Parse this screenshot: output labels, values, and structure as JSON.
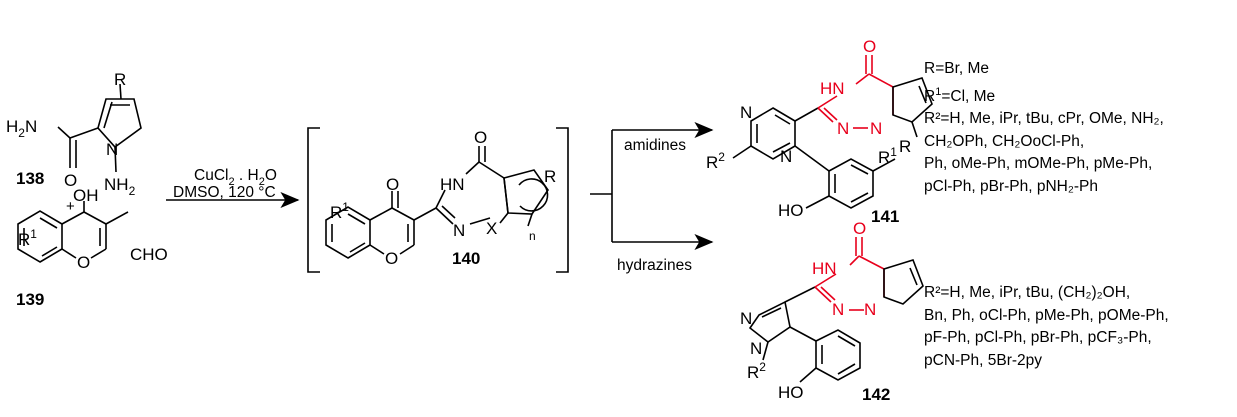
{
  "compounds": {
    "c138": "138",
    "c139": "139",
    "c140": "140",
    "c141": "141",
    "c142": "142"
  },
  "reaction": {
    "reagent_line1": "CuCl",
    "reagent_line1_sub": "2",
    "reagent_line1_rest": " . H",
    "reagent_line1_sub2": "2",
    "reagent_line1_tail": "O",
    "reagent_line2": "DMSO, 120 °C",
    "branch_upper": "amidines",
    "branch_lower": "hydrazines",
    "plus": "+"
  },
  "atoms": {
    "R": "R",
    "R1": "R",
    "sup1": "1",
    "R2": "R",
    "sup2": "2",
    "O": "O",
    "OH": "OH",
    "N": "N",
    "HN": "HN",
    "HO": "HO",
    "NH2": "NH",
    "H2N": "H",
    "X": "X",
    "n": "n",
    "CHO": "CHO",
    "sub2": "2"
  },
  "info_141": {
    "line1": "R=Br, Me",
    "line2_prefix": "R",
    "line2_sup": "1",
    "line2_rest": "=Cl, Me",
    "line3": "R²=H, Me, iPr, tBu, cPr, OMe, NH₂,",
    "line4": "CH₂OPh, CH₂OoCl-Ph,",
    "line5": "Ph, oMe-Ph, mOMe-Ph, pMe-Ph,",
    "line6": "pCl-Ph, pBr-Ph, pNH₂-Ph"
  },
  "info_142": {
    "line1": "R²=H, Me, iPr, tBu, (CH₂)₂OH,",
    "line2": "Bn, Ph, oCl-Ph, pMe-Ph, pOMe-Ph,",
    "line3": "pF-Ph, pCl-Ph, pBr-Ph, pCF₃-Ph,",
    "line4": "pCN-Ph, 5Br-2py"
  },
  "colors": {
    "highlight": "#e8001c",
    "ink": "#000000"
  }
}
